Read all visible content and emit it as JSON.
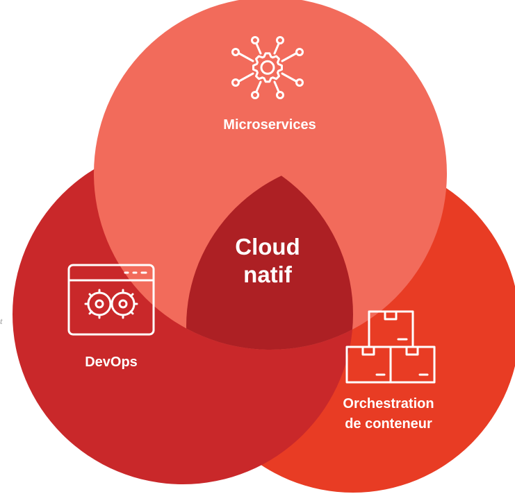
{
  "colors": {
    "microservices": "#f26b5b",
    "devops": "#c9282a",
    "orchestration": "#e83c24",
    "center": "#ad2024",
    "icon_stroke": "#ffffff"
  },
  "center": {
    "line1": "Cloud",
    "line2": "natif"
  },
  "sets": {
    "microservices": {
      "label": "Microservices",
      "icon": "network-gear-icon"
    },
    "devops": {
      "label": "DevOps",
      "icon": "browser-gears-icon"
    },
    "orchestration": {
      "line1": "Orchestration",
      "line2": "de conteneur",
      "icon": "stacked-boxes-icon"
    }
  },
  "stray_text": "t"
}
